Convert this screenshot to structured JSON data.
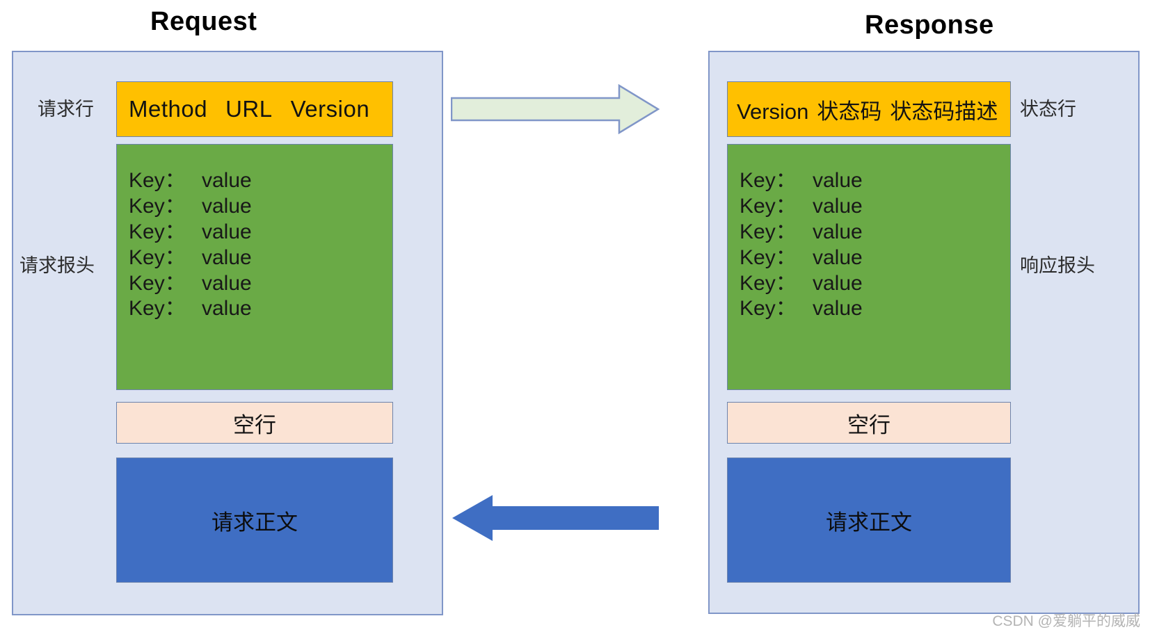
{
  "titles": {
    "request": "Request",
    "response": "Response"
  },
  "request_panel": {
    "side_labels": {
      "line": "请求行",
      "header": "请求报头"
    },
    "start_line": {
      "method": "Method",
      "url": "URL",
      "version": "Version"
    },
    "headers": [
      {
        "key": "Key：",
        "value": "value"
      },
      {
        "key": "Key：",
        "value": "value"
      },
      {
        "key": "Key：",
        "value": "value"
      },
      {
        "key": "Key：",
        "value": "value"
      },
      {
        "key": "Key：",
        "value": "value"
      },
      {
        "key": "Key：",
        "value": "value"
      }
    ],
    "blank_line": "空行",
    "body": "请求正文"
  },
  "response_panel": {
    "side_labels": {
      "line": "状态行",
      "header": "响应报头"
    },
    "status_line": {
      "version": "Version",
      "status_code": "状态码",
      "status_desc": "状态码描述"
    },
    "headers": [
      {
        "key": "Key：",
        "value": "value"
      },
      {
        "key": "Key：",
        "value": "value"
      },
      {
        "key": "Key：",
        "value": "value"
      },
      {
        "key": "Key：",
        "value": "value"
      },
      {
        "key": "Key：",
        "value": "value"
      },
      {
        "key": "Key：",
        "value": "value"
      }
    ],
    "blank_line": "空行",
    "body": "请求正文"
  },
  "arrows": {
    "request_direction": "right",
    "response_direction": "left"
  },
  "watermark": "CSDN @爱躺平的威威",
  "colors": {
    "panel_fill": "#dce3f2",
    "panel_border": "#8096c8",
    "start_line_fill": "#ffc000",
    "header_fill": "#6aaa46",
    "blank_line_fill": "#fbe3d4",
    "body_fill": "#3f6ec3",
    "block_border": "#6c83ad",
    "arrow_request_fill": "#e2eedb",
    "arrow_request_stroke": "#8096c8",
    "arrow_response_fill": "#3f6ec3"
  }
}
